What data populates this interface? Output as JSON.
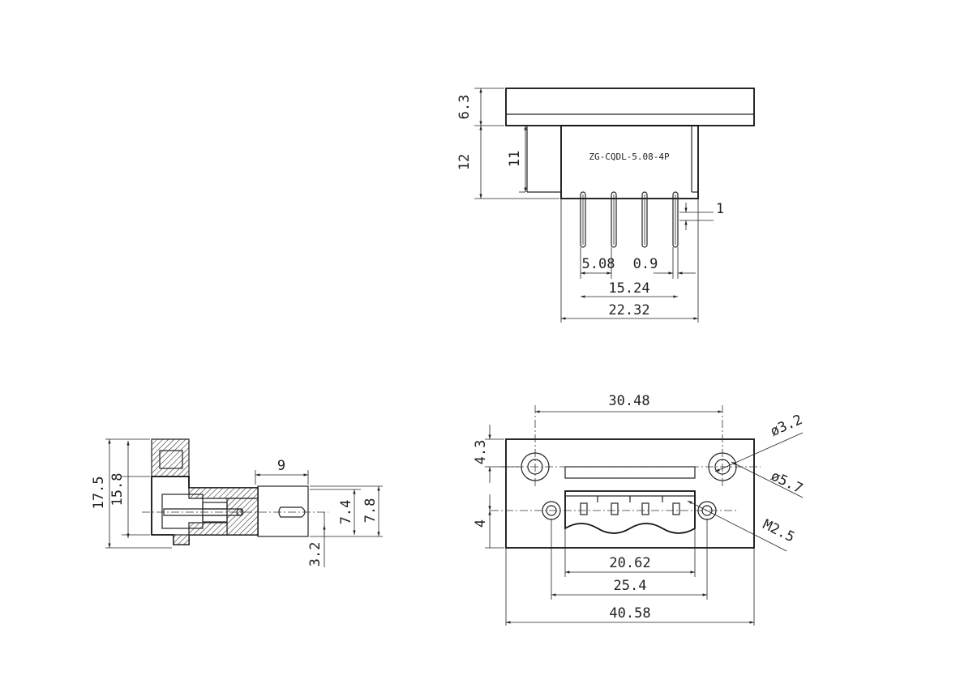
{
  "part_number": "ZG-CQDL-5.08-4P",
  "top_view": {
    "dims": {
      "flange_height": "6.3",
      "total_height": "12",
      "body_height": "11",
      "pin_offset": "1",
      "pitch": "5.08",
      "pin_width": "0.9",
      "pin_span": "15.24",
      "body_width": "22.32"
    }
  },
  "side_view": {
    "dims": {
      "overall_height": "17.5",
      "inner_height": "15.8",
      "pin_length": "9",
      "dim_7_4": "7.4",
      "dim_7_8": "7.8",
      "dim_3_2": "3.2"
    }
  },
  "front_view": {
    "dims": {
      "hole_spacing": "30.48",
      "hole_offset": "4.3",
      "lower_offset": "4",
      "hole_diameter": "ø3.2",
      "counterbore_diameter": "ø5.7",
      "screw": "M2.5",
      "plug_width": "20.62",
      "screw_spacing": "25.4",
      "flange_width": "40.58"
    }
  }
}
